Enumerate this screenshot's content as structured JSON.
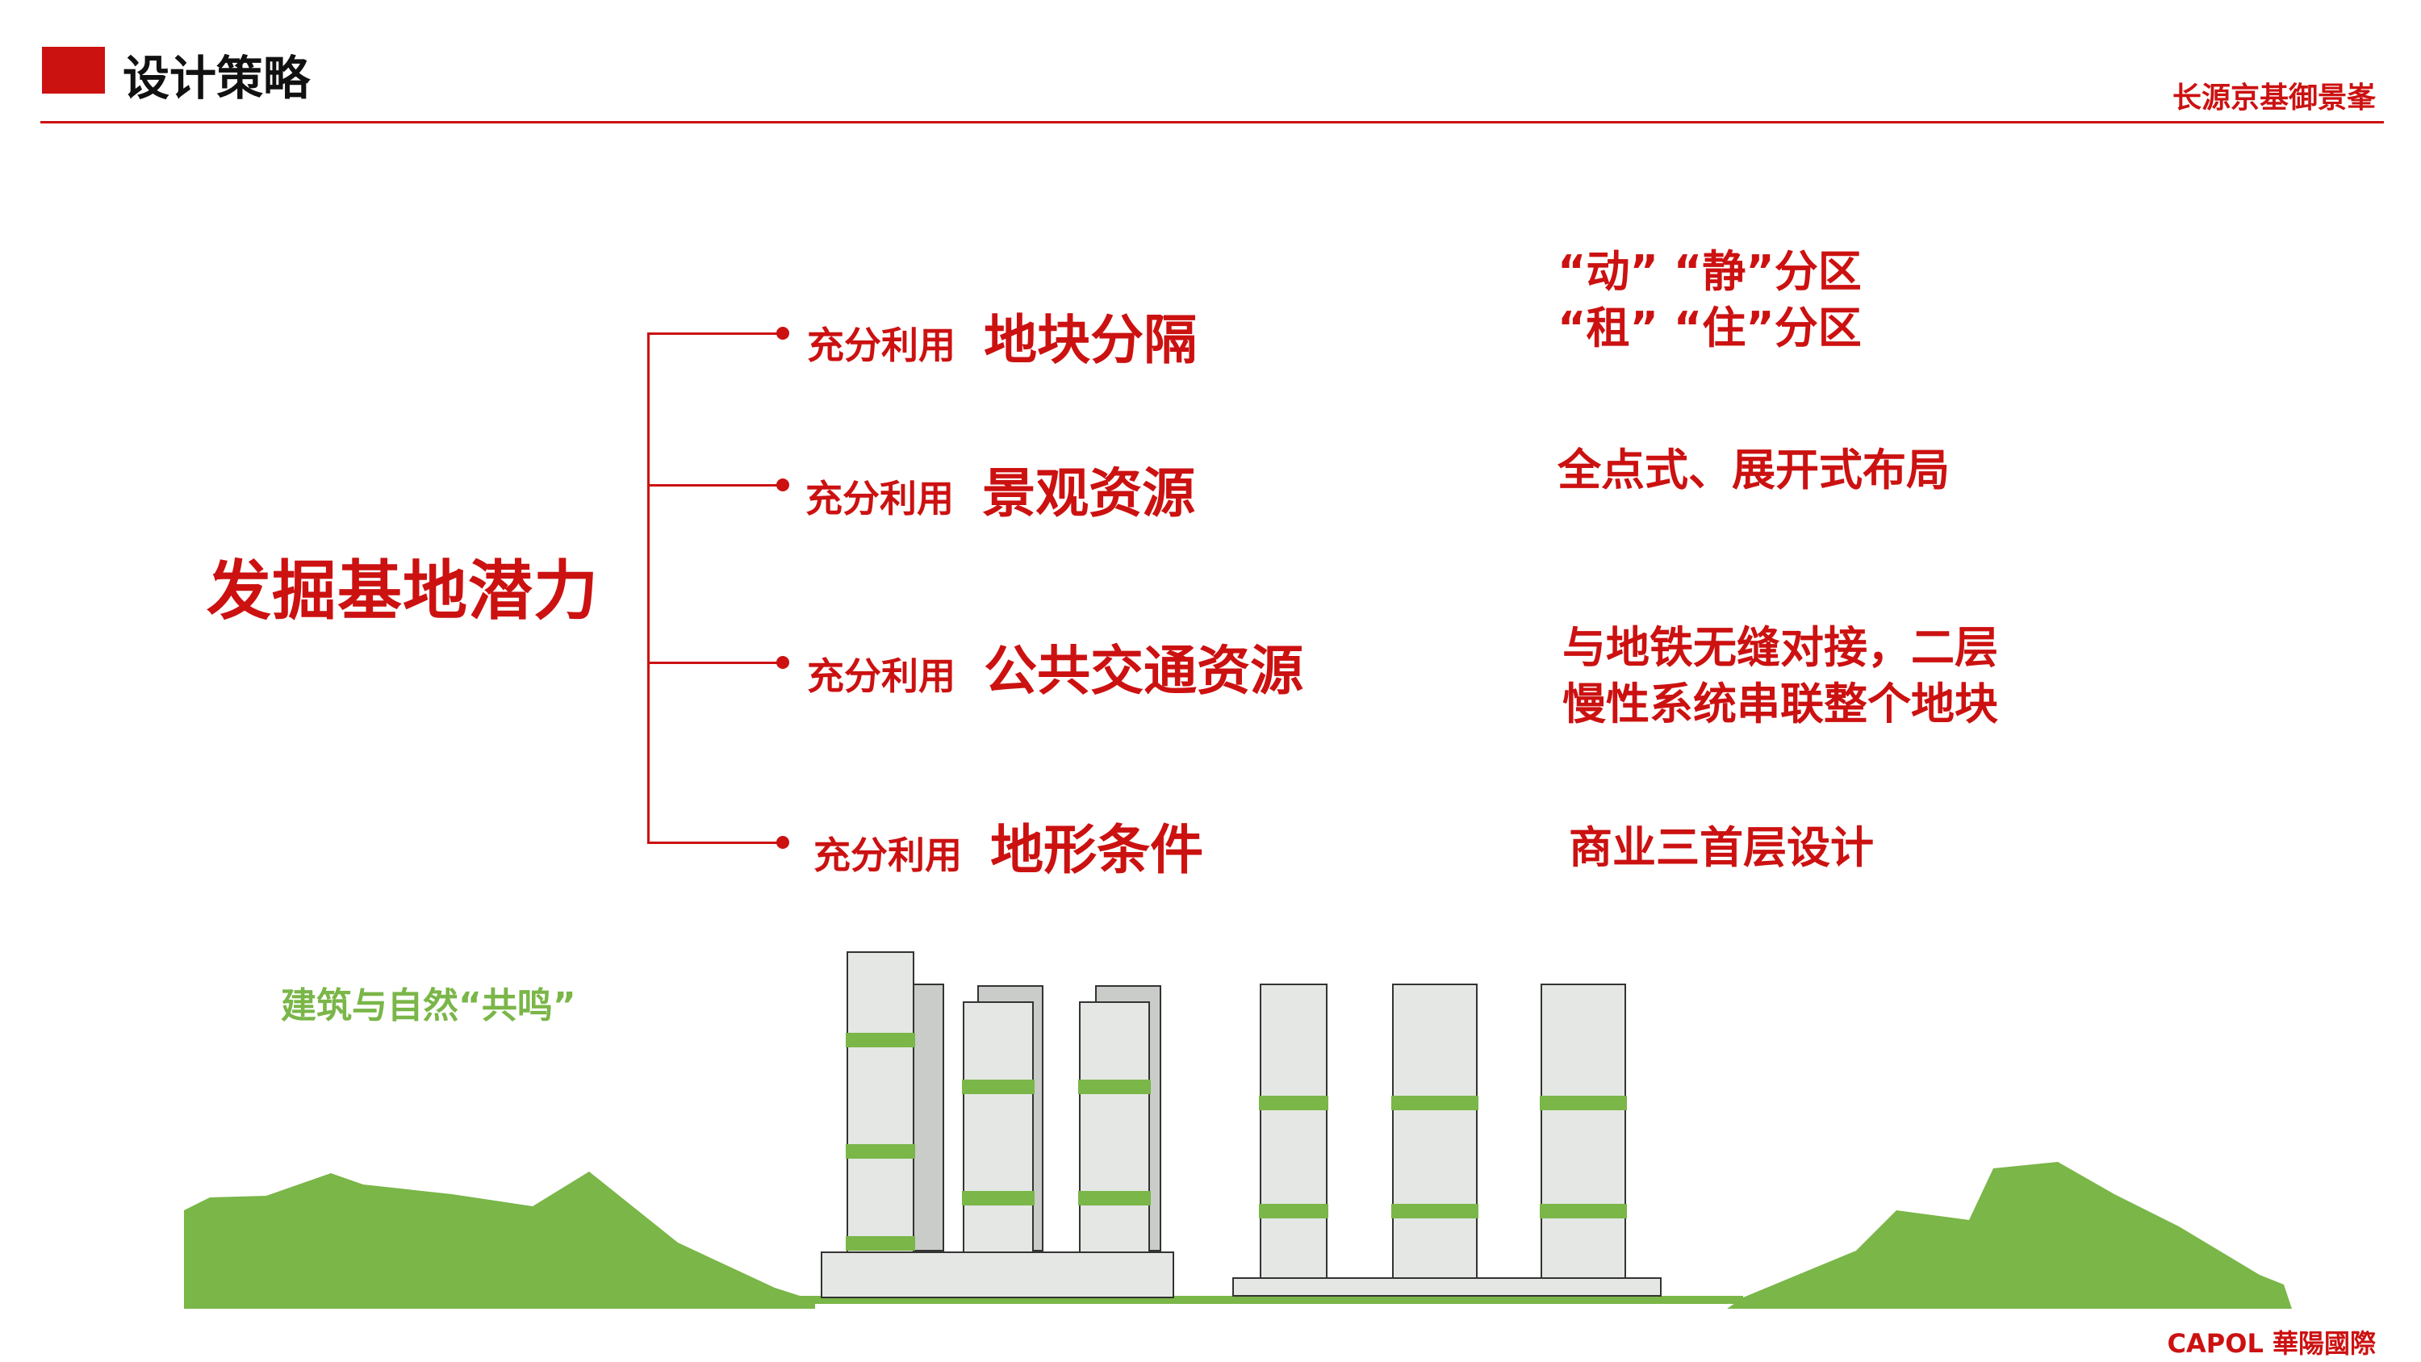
{
  "header": {
    "title": "设计策略",
    "brand": "长源京基御景峯"
  },
  "main": {
    "title": "发掘基地潜力",
    "branches": [
      {
        "prefix": "充分利用",
        "keyword": "地块分隔",
        "notes": [
          "“动” “静”分区",
          "“租” “住”分区"
        ]
      },
      {
        "prefix": "充分利用",
        "keyword": "景观资源",
        "notes": [
          "全点式、展开式布局"
        ]
      },
      {
        "prefix": "充分利用",
        "keyword": "公共交通资源",
        "notes": [
          "与地铁无缝对接，二层",
          "慢性系统串联整个地块"
        ]
      },
      {
        "prefix": "充分利用",
        "keyword": "地形条件",
        "notes": [
          "商业三首层设计"
        ]
      }
    ]
  },
  "illustration": {
    "caption": "建筑与自然“共鸣”"
  },
  "footer": {
    "logo_text": "CAPOL 華陽國際"
  },
  "colors": {
    "accent": "#cc1111",
    "nature": "#7ab648",
    "tower_fill": "#e4e7e3",
    "tower_shadow": "#c9ccc8",
    "outline": "#333333"
  }
}
